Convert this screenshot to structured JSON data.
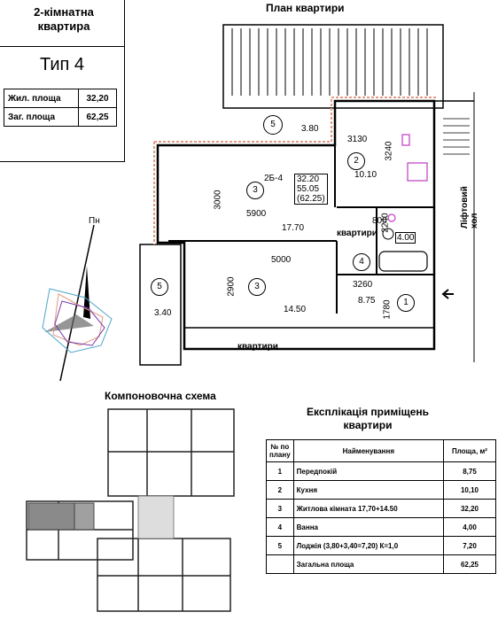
{
  "apartment": {
    "title_line1": "2-кімнатна",
    "title_line2": "квартира",
    "type": "Тип 4",
    "living_area_label": "Жил. площа",
    "living_area_value": "32,20",
    "total_area_label": "Заг. площа",
    "total_area_value": "62,25"
  },
  "plan": {
    "title": "План квартири",
    "lift_hall_label": "Ліфтовий хол",
    "apartments_label": "квартири",
    "apartments_label_2": "квартири",
    "north_label": "Пн",
    "summary_block": {
      "code": "2Б-4",
      "living": "32.20",
      "general": "55.05",
      "total": "(62.25)"
    },
    "room_labels": [
      "5",
      "2",
      "3",
      "3",
      "4",
      "5",
      "1"
    ],
    "dimensions": {
      "balcony_top_area": "3.80",
      "kitchen_width": "3130",
      "kitchen_depth": "3240",
      "kitchen_area": "10.10",
      "room3_upper_depth": "3000",
      "room3_upper_width": "5900",
      "room3_upper_area": "17.70",
      "bath_small": "800",
      "bath_depth": "2240",
      "bath_area": "4.00",
      "room3_lower_width": "5000",
      "room3_lower_depth": "2900",
      "room3_lower_area": "14.50",
      "hall_width": "3260",
      "hall_depth": "1780",
      "hall_area": "8.75",
      "balcony_left_area": "3.40"
    }
  },
  "scheme": {
    "title": "Компоновочна схема"
  },
  "explication": {
    "title_line1": "Експлікація приміщень",
    "title_line2": "квартири",
    "headers": {
      "no": "№ по плану",
      "name": "Найменування",
      "area": "Площа, м²"
    },
    "rows": [
      {
        "no": "1",
        "name": "Передпокій",
        "area": "8,75"
      },
      {
        "no": "2",
        "name": "Кухня",
        "area": "10,10"
      },
      {
        "no": "3",
        "name": "Житлова кімната   17,70+14.50",
        "area": "32,20"
      },
      {
        "no": "4",
        "name": "Ванна",
        "area": "4,00"
      },
      {
        "no": "5",
        "name": "Лоджія (3,80+3,40=7,20)  К=1,0",
        "area": "7,20"
      }
    ],
    "total_label": "Загальна площа",
    "total_value": "62,25"
  }
}
